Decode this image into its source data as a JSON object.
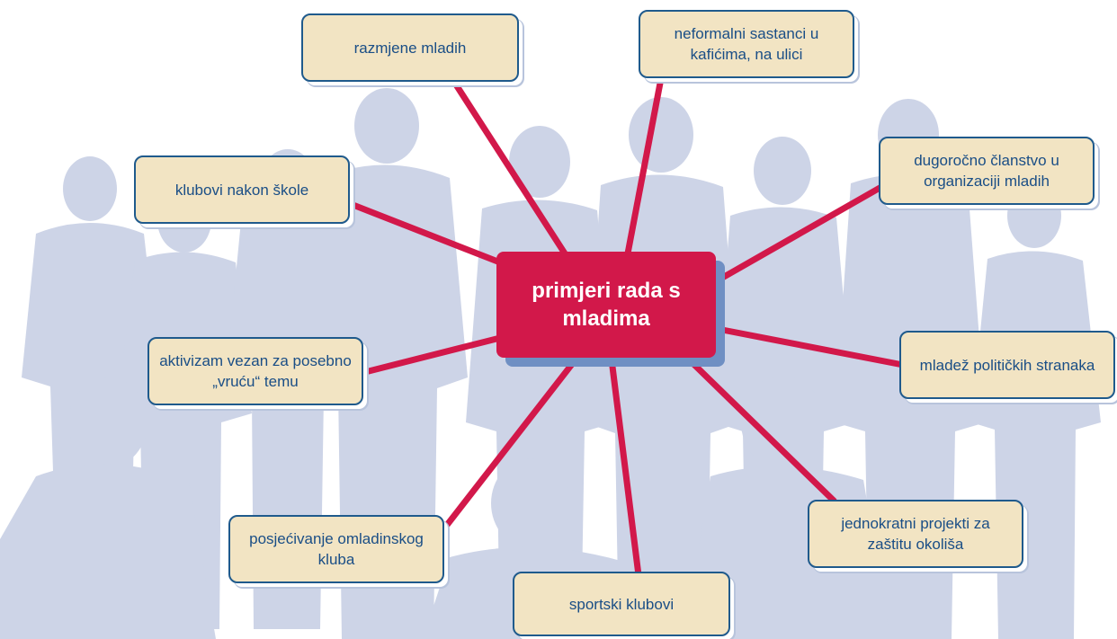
{
  "center": {
    "label": "primjeri rada s mladima"
  },
  "nodes": [
    {
      "id": "razmjene",
      "label": "razmjene mladih"
    },
    {
      "id": "neformalni",
      "label": "neformalni sastanci u kafićima, na ulici"
    },
    {
      "id": "dugorocno",
      "label": "dugoročno članstvo u organizaciji mladih"
    },
    {
      "id": "politicke",
      "label": "mladež političkih stranaka"
    },
    {
      "id": "jednokratni",
      "label": "jednokratni projekti za zaštitu okoliša"
    },
    {
      "id": "sportski",
      "label": "sportski klubovi"
    },
    {
      "id": "posjecivanje",
      "label": "posjećivanje omladinskog kluba"
    },
    {
      "id": "aktivizam",
      "label": "aktivizam vezan za posebno „vruću“ temu"
    },
    {
      "id": "klubovi",
      "label": "klubovi nakon škole"
    }
  ],
  "colors": {
    "center_fill": "#d2184a",
    "center_shadow": "#6f8fc3",
    "node_fill": "#f2e4c3",
    "node_border": "#1f5a8c",
    "node_text": "#1a4e86",
    "connector": "#d2184a",
    "silhouette": "#c5cde3"
  }
}
